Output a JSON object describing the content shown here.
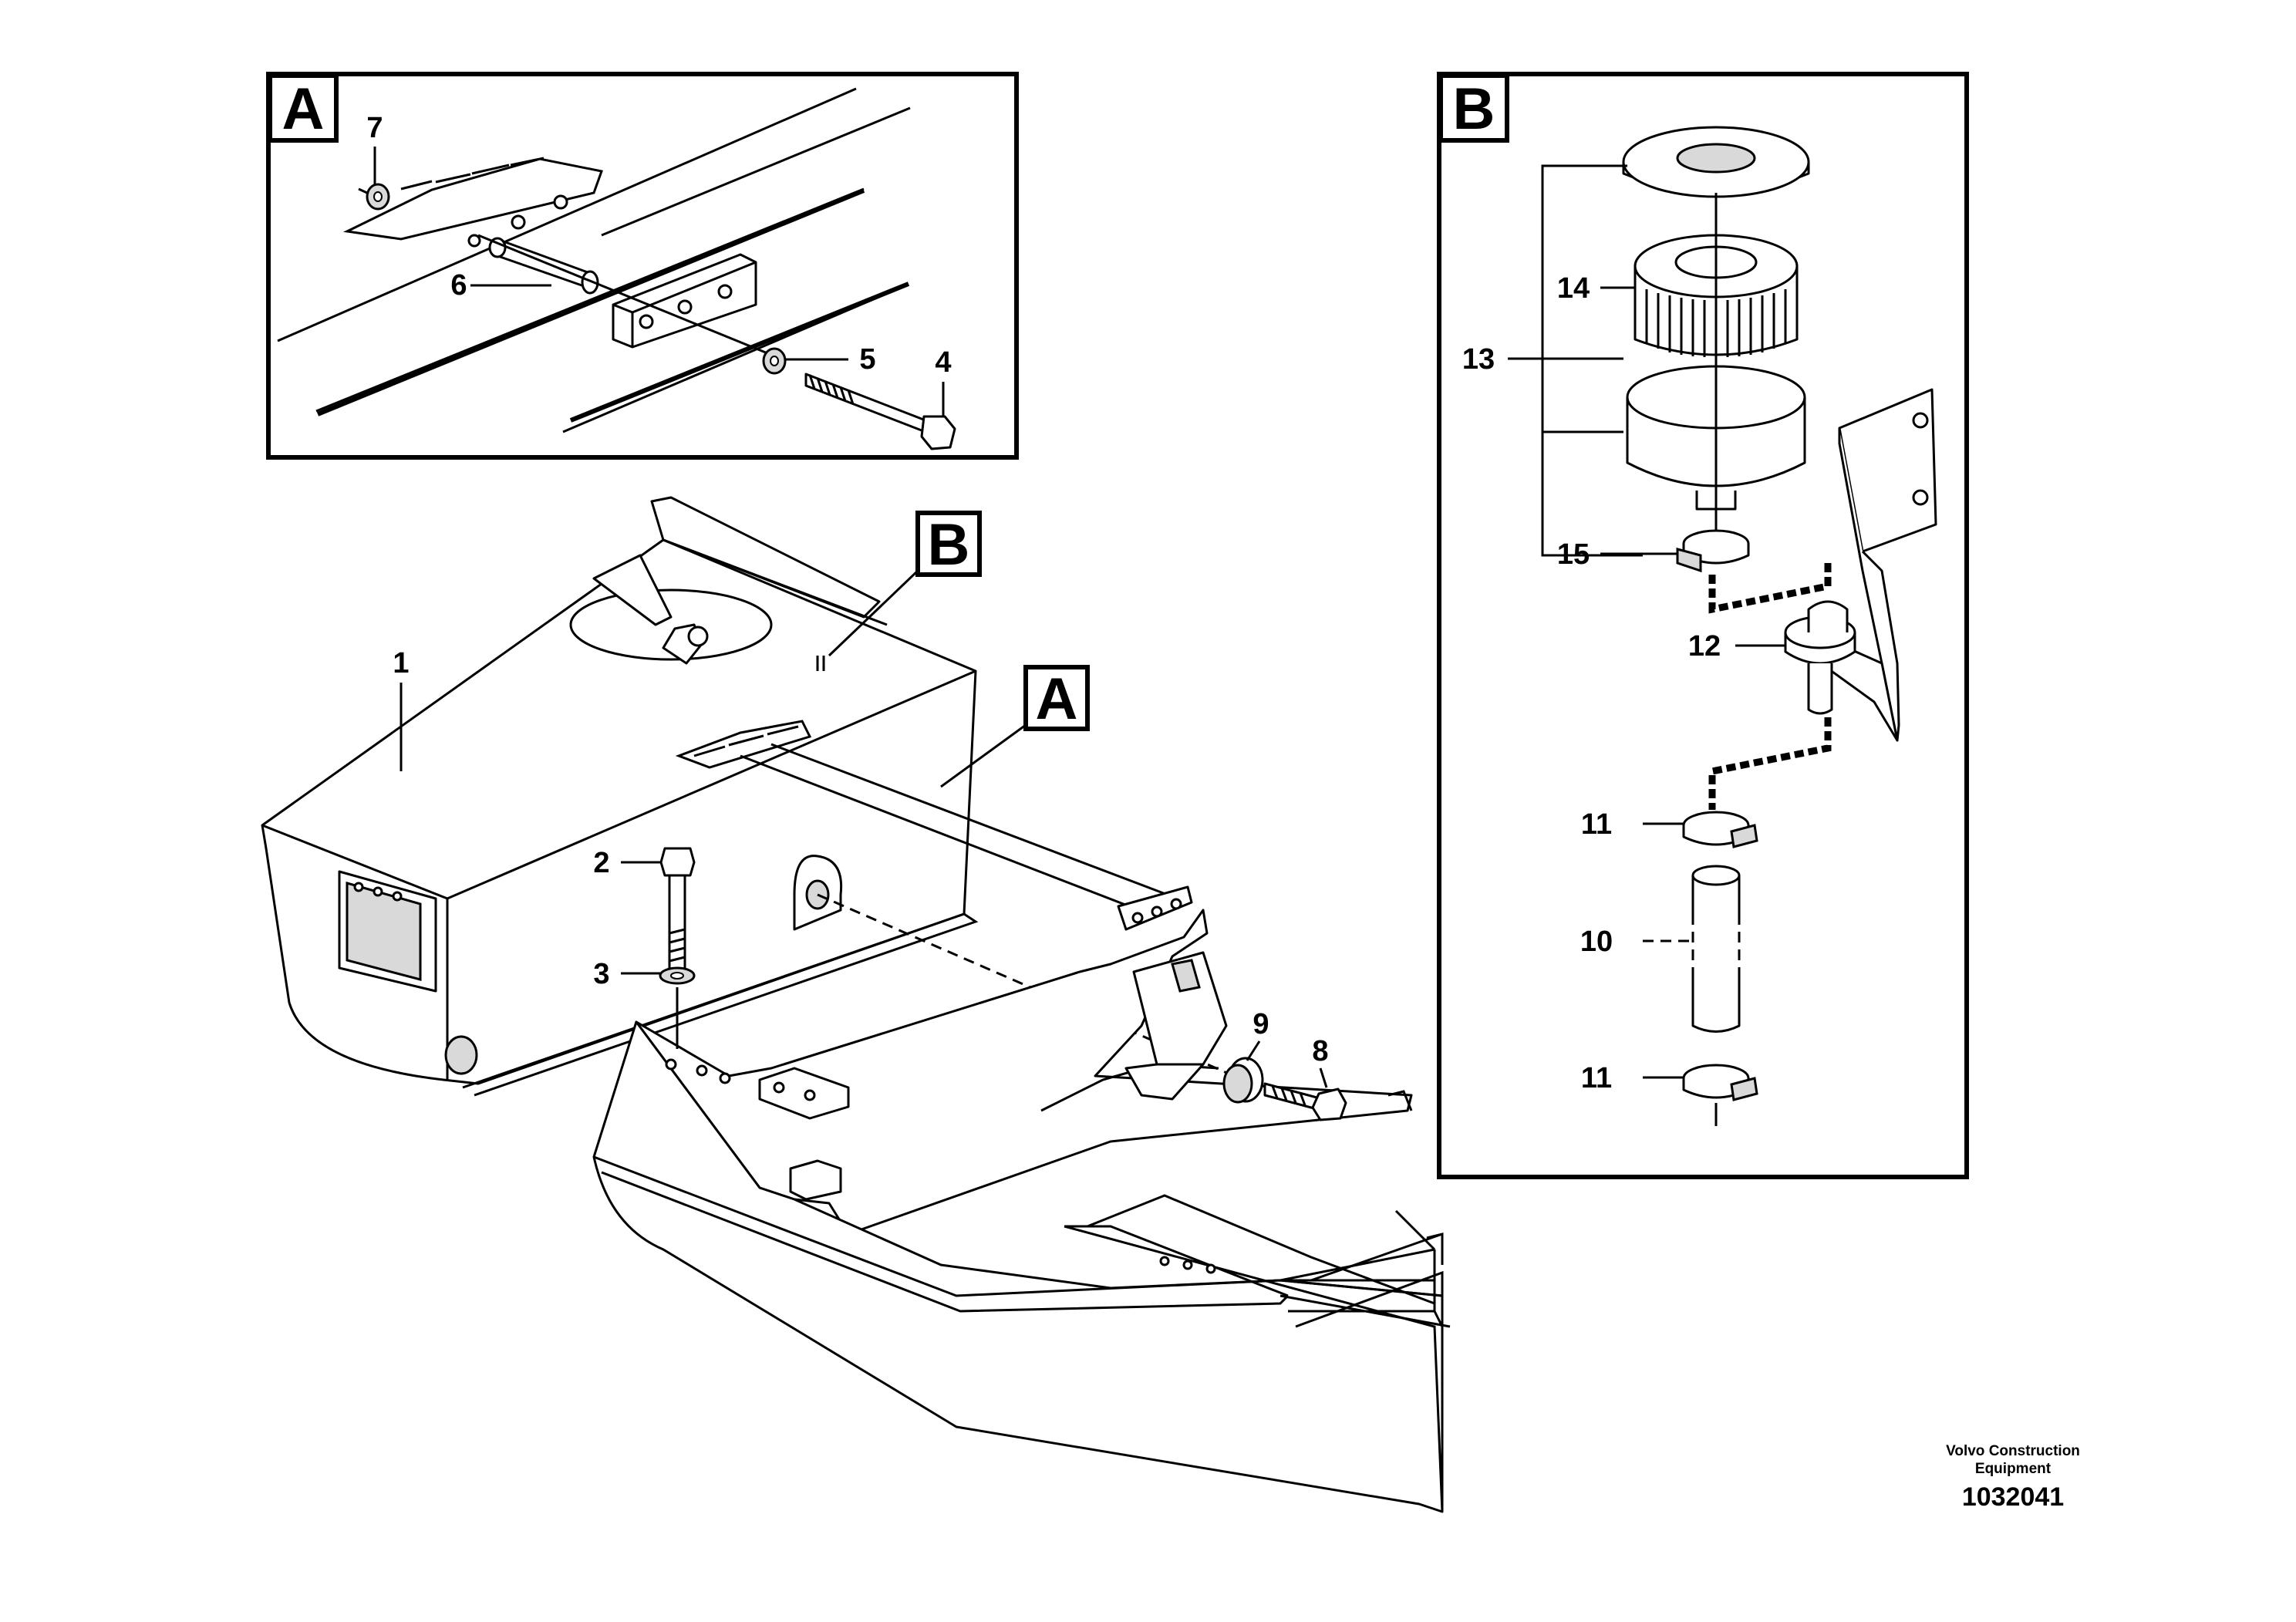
{
  "detail_views": {
    "a": {
      "letter": "A"
    },
    "b": {
      "letter": "B"
    }
  },
  "main_view": {
    "callout_a": "A",
    "callout_b": "B"
  },
  "part_numbers": {
    "p1": "1",
    "p2": "2",
    "p3": "3",
    "p4": "4",
    "p5": "5",
    "p6": "6",
    "p7": "7",
    "p8": "8",
    "p9": "9",
    "p10": "10",
    "p11a": "11",
    "p11b": "11",
    "p12": "12",
    "p13": "13",
    "p14": "14",
    "p15": "15"
  },
  "footer": {
    "brand_line1": "Volvo Construction",
    "brand_line2": "Equipment",
    "drawing_number": "1032041"
  }
}
